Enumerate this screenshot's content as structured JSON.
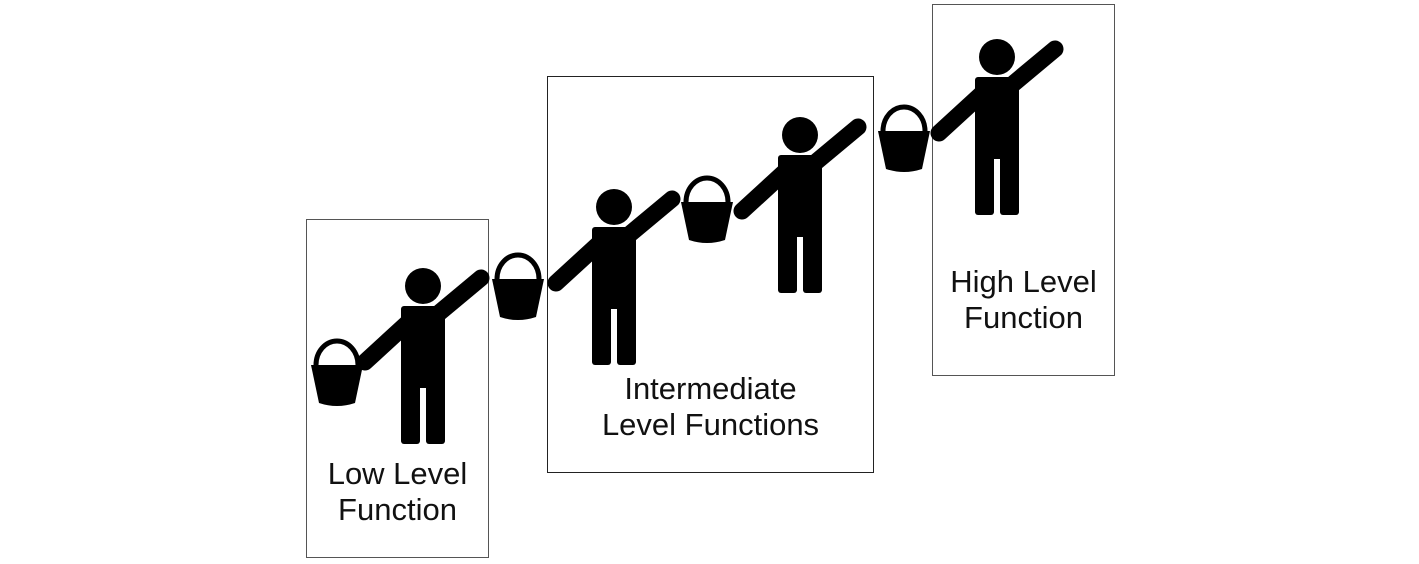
{
  "boxes": {
    "low": {
      "line1": "Low Level",
      "line2": "Function"
    },
    "intermediate": {
      "line1": "Intermediate",
      "line2": "Level Functions"
    },
    "high": {
      "line1": "High Level",
      "line2": "Function"
    }
  },
  "figures": [
    "person-icon",
    "person-icon",
    "person-icon",
    "person-icon"
  ],
  "buckets": [
    "bucket-icon",
    "bucket-icon",
    "bucket-icon",
    "bucket-icon"
  ],
  "colors": {
    "figure": "#000000",
    "border": "#222222",
    "background": "#ffffff"
  }
}
